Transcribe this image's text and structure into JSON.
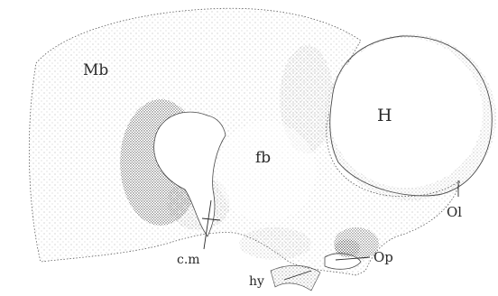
{
  "labels": {
    "mb": "Mb",
    "h": "H",
    "fb": "fb",
    "ol": "Ol",
    "cm": "c.m",
    "op": "Op",
    "hy": "hy"
  },
  "colors": {
    "ink": "#2a2a2a",
    "stipple_dense": "#4a4a4a",
    "stipple_light": "#8a8a8a",
    "paper": "#ffffff"
  }
}
